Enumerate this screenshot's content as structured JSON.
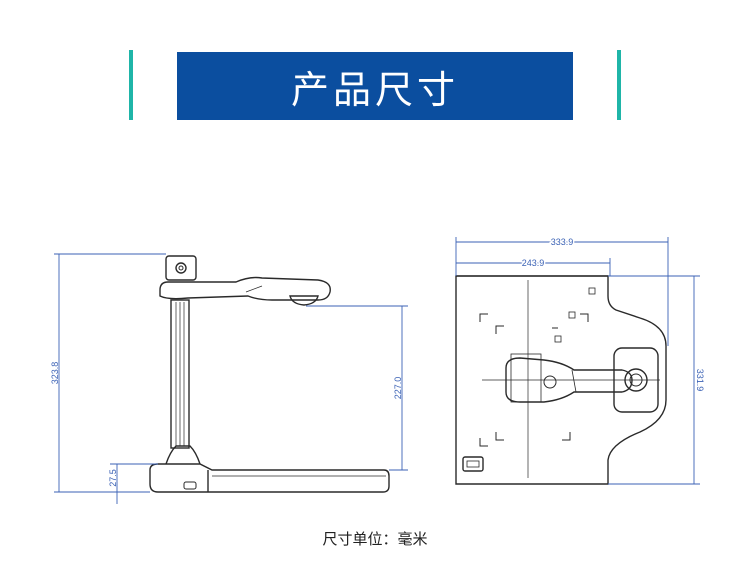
{
  "header": {
    "title": "产品尺寸"
  },
  "side_view": {
    "total_height": "323.8",
    "camera_height": "227.0",
    "base_height": "27.5"
  },
  "top_view": {
    "total_width": "333.9",
    "inner_width": "243.9",
    "depth": "331.9"
  },
  "footer": {
    "unit_note": "尺寸单位：毫米"
  },
  "colors": {
    "banner": "#0b4e9f",
    "accent": "#1fb5a8",
    "dimension_line": "#3b62b5",
    "outline": "#2a2a2a"
  }
}
